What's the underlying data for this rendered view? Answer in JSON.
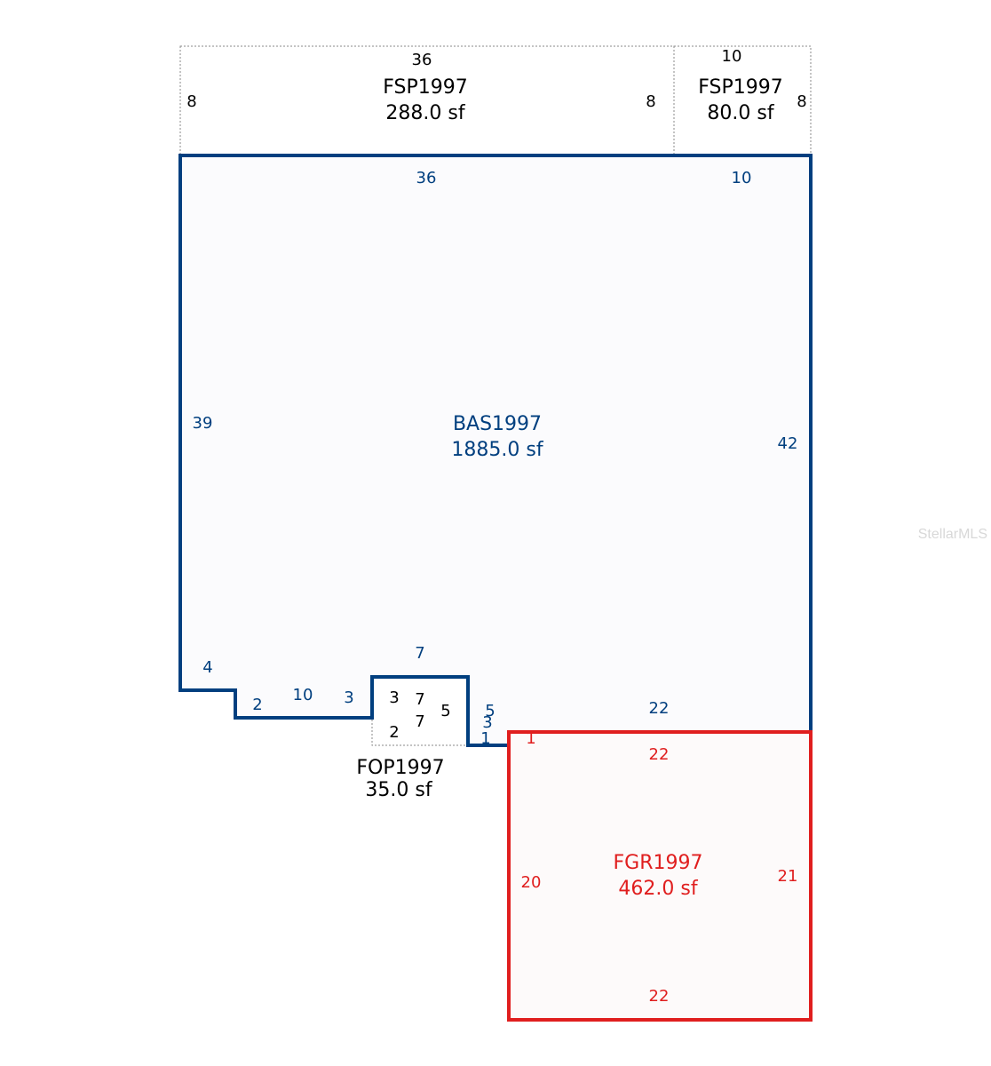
{
  "colors": {
    "bas": "#003f7f",
    "fgr": "#e01e1e",
    "porch": "#000000",
    "porch_line": "#8a8a8a",
    "bas_fill": "#fbfbfd",
    "fgr_fill": "#fdfafa",
    "watermark": "#d8d8d8"
  },
  "areas": {
    "fsp_main": {
      "name": "FSP1997",
      "size": "288.0 sf"
    },
    "fsp_small": {
      "name": "FSP1997",
      "size": "80.0 sf"
    },
    "bas": {
      "name": "BAS1997",
      "size": "1885.0 sf"
    },
    "fop": {
      "name": "FOP1997",
      "size": "35.0 sf"
    },
    "fgr": {
      "name": "FGR1997",
      "size": "462.0 sf"
    }
  },
  "dimensions": {
    "fsp_main": {
      "top": "36",
      "left": "8",
      "right": "8"
    },
    "fsp_small": {
      "top": "10",
      "right": "8"
    },
    "bas": {
      "top_a": "36",
      "top_b": "10",
      "left": "39",
      "right": "42",
      "notch_left_vertical": "4",
      "step_vertical": "2",
      "bottom_run": "10",
      "porch_left": "3",
      "porch_top": "7",
      "porch_right": "5",
      "drop": "3",
      "jog": "1",
      "bottom_right": "22"
    },
    "fop": {
      "a": "3",
      "b": "7",
      "c": "7",
      "d": "5",
      "e": "2"
    },
    "fgr": {
      "top": "22",
      "left": "20",
      "right": "21",
      "bottom": "22",
      "corner": "1"
    }
  },
  "watermark": "StellarMLS"
}
